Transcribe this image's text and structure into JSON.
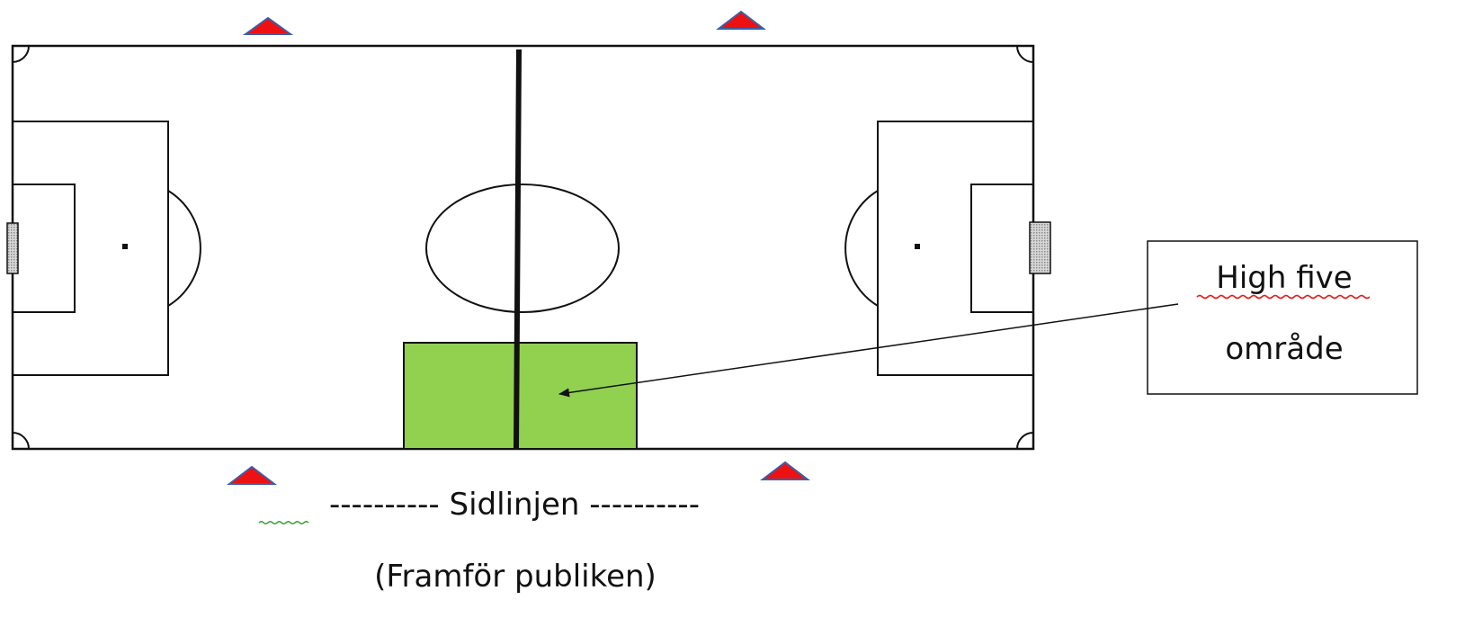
{
  "labels": {
    "callout_line1": "High five",
    "callout_line2": "område",
    "sideline": "---------- Sidlinjen ----------",
    "audience": "(Framför publiken)"
  },
  "colors": {
    "line": "#111111",
    "pitch_background": "#ffffff",
    "high_five_zone": "#92d050",
    "cone_fill": "#ee1111",
    "cone_outline": "#3a5fa8",
    "goal_fill": "#cccccc",
    "spell_underline_red": "#e02020",
    "spell_underline_green": "#2e9e2e"
  },
  "icons": {
    "cone": "triangle-cone-icon",
    "goal": "goal-net-icon",
    "arrow": "arrowhead"
  }
}
